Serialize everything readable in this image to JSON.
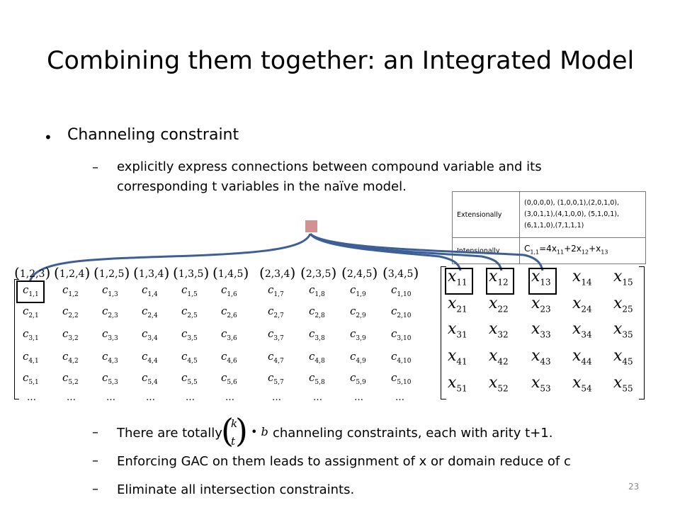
{
  "title": "Combining them together: an Integrated Model",
  "bullet": "Channeling constraint",
  "sub1": "explicitly express connections between compound variable and its corresponding t variables in the naïve model.",
  "sub2_a": "There are totally",
  "sub2_b": "channeling constraints, each with arity t+1.",
  "sub3": "Enforcing GAC on them leads to assignment of x or domain reduce of c",
  "sub4": "Eliminate all intersection constraints.",
  "dash": "–",
  "bullet_dot": "•",
  "page_number": "23",
  "binom": {
    "top": "k",
    "bottom": "t",
    "mult": "•",
    "b": "b"
  },
  "info_table": {
    "row1_label": "Extensionally",
    "row1_value": "(0,0,0,0), (1,0,0,1),(2,0,1,0),(3,0,1,1),(4,1,0,0), (5,1,0,1),(6,1,1,0),(7,1,1,1)",
    "row2_label": "Intensionally",
    "row2_value": {
      "c": "C",
      "c_sub": "1,1",
      "eq": "=4x",
      "s1": "11",
      "p1": "+2x",
      "s2": "12",
      "p2": "+x",
      "s3": "13"
    }
  },
  "compound": {
    "headers": [
      "1,2,3",
      "1,2,4",
      "1,2,5",
      "1,3,4",
      "1,3,5",
      "1,4,5",
      "2,3,4",
      "2,3,5",
      "2,4,5",
      "3,4,5"
    ],
    "var": "c",
    "rows": [
      1,
      2,
      3,
      4,
      5
    ],
    "ellipsis": "…"
  },
  "xmatrix": {
    "var": "x",
    "rows": [
      [
        "11",
        "12",
        "13",
        "14",
        "15"
      ],
      [
        "21",
        "22",
        "23",
        "24",
        "25"
      ],
      [
        "31",
        "32",
        "33",
        "34",
        "35"
      ],
      [
        "41",
        "42",
        "43",
        "44",
        "45"
      ],
      [
        "51",
        "52",
        "53",
        "54",
        "55"
      ]
    ]
  },
  "colors": {
    "node": "#d49191",
    "curve": "#3e5f96"
  }
}
